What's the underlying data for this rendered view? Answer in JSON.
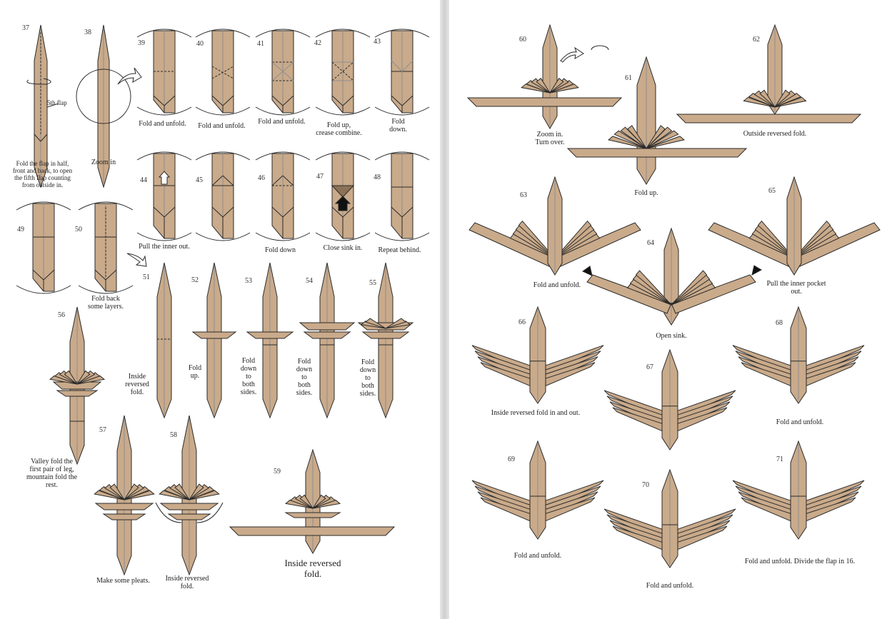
{
  "colors": {
    "paper": "#c9aa8a",
    "line": "#2b2b2b",
    "crease": "#8f8f8f"
  },
  "left_page": {
    "steps": [
      {
        "n": "37",
        "caption": "Fold the flap in half,\nfront and back, to open\nthe fifth flap counting\nfrom outside in.",
        "label": "5th flap"
      },
      {
        "n": "38",
        "caption": "Zoom in"
      },
      {
        "n": "39",
        "caption": "Fold and unfold."
      },
      {
        "n": "40",
        "caption": "Fold and unfold."
      },
      {
        "n": "41",
        "caption": "Fold and unfold."
      },
      {
        "n": "42",
        "caption": "Fold up,\ncrease combine."
      },
      {
        "n": "43",
        "caption": "Fold\ndown."
      },
      {
        "n": "44",
        "caption": "Pull the inner out."
      },
      {
        "n": "45",
        "caption": ""
      },
      {
        "n": "46",
        "caption": "Fold down"
      },
      {
        "n": "47",
        "caption": "Close sink in."
      },
      {
        "n": "48",
        "caption": "Repeat behind."
      },
      {
        "n": "49",
        "caption": ""
      },
      {
        "n": "50",
        "caption": "Fold back\nsome layers."
      },
      {
        "n": "51",
        "caption": "Inside\nreversed\nfold."
      },
      {
        "n": "52",
        "caption": "Fold\nup."
      },
      {
        "n": "53",
        "caption": "Fold\ndown\nto\nboth\nsides."
      },
      {
        "n": "54",
        "caption": "Fold\ndown\nto\nboth\nsides."
      },
      {
        "n": "55",
        "caption": "Fold\ndown\nto\nboth\nsides."
      },
      {
        "n": "56",
        "caption": "Valley fold the\nfirst pair of leg,\nmountain fold the\nrest."
      },
      {
        "n": "57",
        "caption": "Make some pleats."
      },
      {
        "n": "58",
        "caption": "Inside reversed\nfold."
      },
      {
        "n": "59",
        "caption": "Inside reversed\nfold."
      }
    ]
  },
  "right_page": {
    "steps": [
      {
        "n": "60",
        "caption": "Zoom in.\nTurn over."
      },
      {
        "n": "61",
        "caption": "Fold up."
      },
      {
        "n": "62",
        "caption": "Outside reversed fold."
      },
      {
        "n": "63",
        "caption": "Fold and unfold."
      },
      {
        "n": "64",
        "caption": "Open sink."
      },
      {
        "n": "65",
        "caption": "Pull the inner pocket\nout."
      },
      {
        "n": "66",
        "caption": "Inside reversed fold in and out."
      },
      {
        "n": "67",
        "caption": ""
      },
      {
        "n": "68",
        "caption": "Fold and unfold."
      },
      {
        "n": "69",
        "caption": "Fold and unfold."
      },
      {
        "n": "70",
        "caption": "Fold and unfold."
      },
      {
        "n": "71",
        "caption": "Fold and unfold. Divide the flap in 16."
      }
    ]
  }
}
